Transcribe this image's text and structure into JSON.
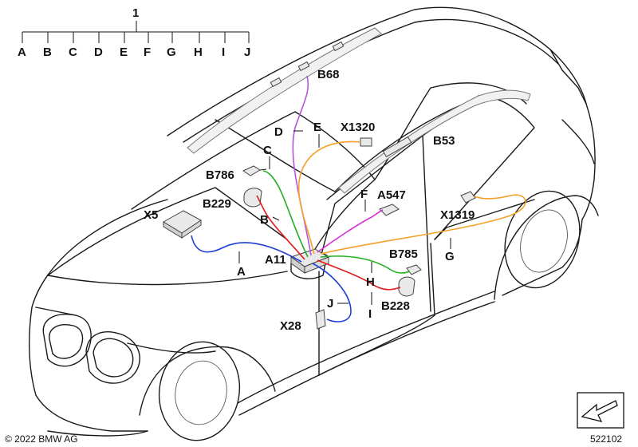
{
  "legend": {
    "title": "1",
    "letters": [
      "A",
      "B",
      "C",
      "D",
      "E",
      "F",
      "G",
      "H",
      "I",
      "J"
    ]
  },
  "components": {
    "b68": "B68",
    "x1320": "X1320",
    "b53": "B53",
    "b786": "B786",
    "b229": "B229",
    "x5": "X5",
    "a547": "A547",
    "x1319": "X1319",
    "b785": "B785",
    "a11": "A11",
    "b228": "B228",
    "x28": "X28"
  },
  "wires": {
    "a": "A",
    "b": "B",
    "c": "C",
    "d": "D",
    "e": "E",
    "f": "F",
    "g": "G",
    "h": "H",
    "i": "I",
    "j": "J"
  },
  "wire_colors": {
    "A": "#1f3fd6",
    "B": "#e01c1c",
    "C": "#22b022",
    "D": "#b455e0",
    "E": "#f5a02a",
    "F": "#d52fd5",
    "G": "#f5a02a",
    "H": "#22b022",
    "I": "#e01c1c",
    "J": "#1f3fd6"
  },
  "footer": {
    "copyright": "© 2022 BMW AG",
    "diagram_number": "522102"
  }
}
